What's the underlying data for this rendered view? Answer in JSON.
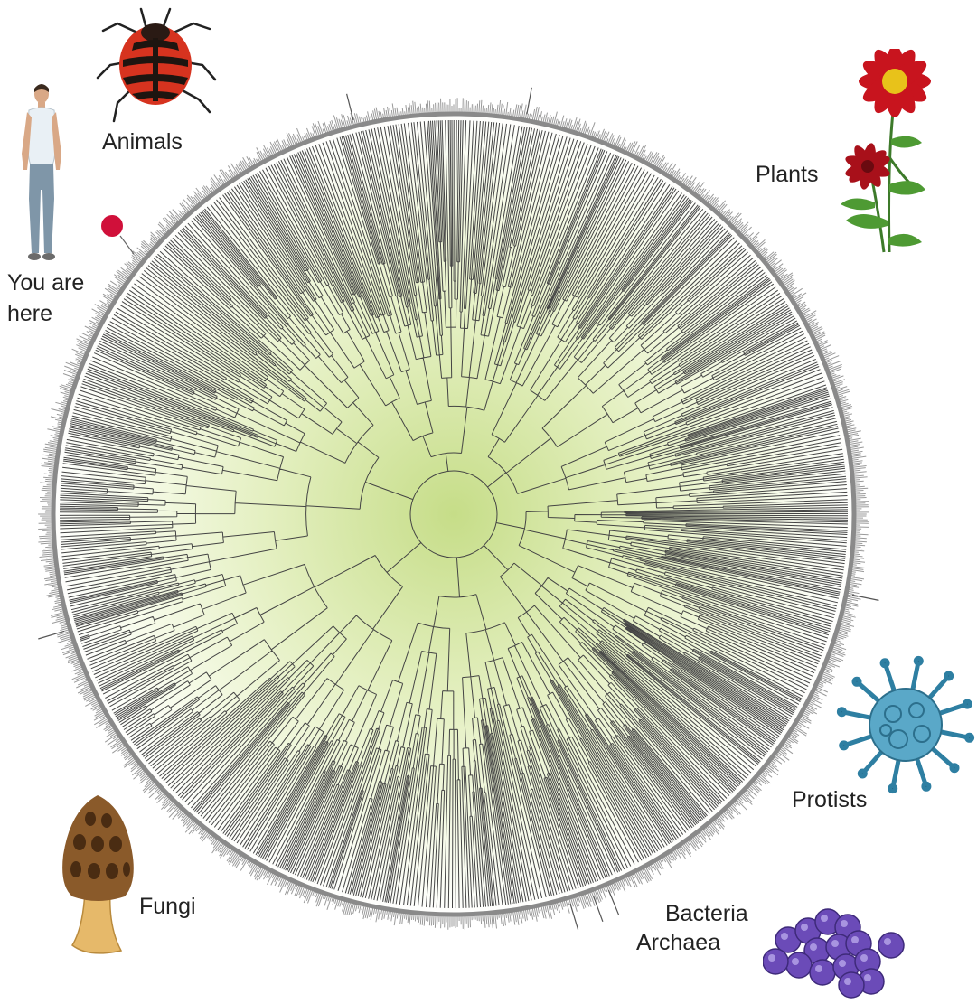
{
  "labels": {
    "animals": "Animals",
    "plants": "Plants",
    "you_are_here_line1": "You are",
    "you_are_here_line2": "here",
    "protists": "Protists",
    "fungi": "Fungi",
    "bacteria": "Bacteria",
    "archaea": "Archaea"
  },
  "colors": {
    "center_glow": "#c9df8f",
    "ring": "#8a8a8a",
    "branch": "#444444",
    "marker": "#d0103a"
  },
  "icons": {
    "animals": "shield-bug-icon",
    "plants": "flower-icon",
    "you_are_here": "woman-figure-icon",
    "protists": "virus-particle-icon",
    "fungi": "morel-mushroom-icon",
    "bacteria": "bacteria-cluster-icon"
  }
}
